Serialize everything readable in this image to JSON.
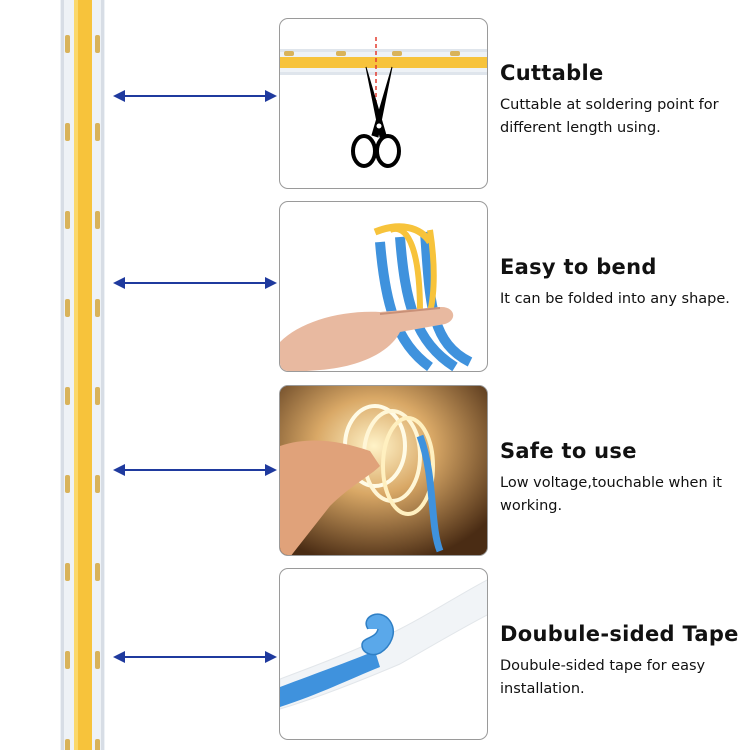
{
  "features": [
    {
      "title": "Cuttable",
      "description": "Cuttable at soldering point for different length using."
    },
    {
      "title": "Easy to bend",
      "description": "It can be folded into any shape."
    },
    {
      "title": "Safe to use",
      "description": "Low voltage,touchable when it working."
    },
    {
      "title": "Doubule-sided Tape",
      "description": "Doubule-sided tape for easy installation."
    }
  ],
  "icons": {
    "panel1": "scissors-icon",
    "arrows": "double-headed-arrow-icon"
  },
  "colors": {
    "arrow": "#1f3a9e",
    "strip_yellow": "#f7c33b",
    "strip_pcb": "#eef2f6",
    "solder_pad": "#d9b35a",
    "tape_blue": "#3f92dd",
    "cut_line": "#e23a2e"
  }
}
